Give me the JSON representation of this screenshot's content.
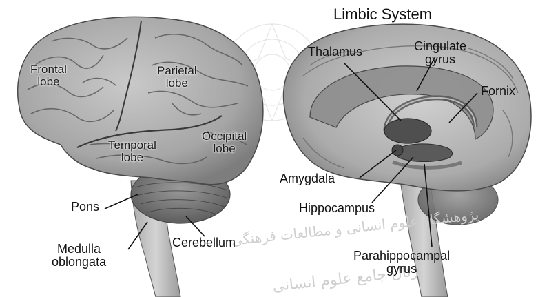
{
  "title": "Limbic System",
  "brain_lobes": {
    "frontal": [
      "Frontal",
      "lobe"
    ],
    "parietal": [
      "Parietal",
      "lobe"
    ],
    "temporal": [
      "Temporal",
      "lobe"
    ],
    "occipital": [
      "Occipital",
      "lobe"
    ]
  },
  "brainstem": {
    "pons": "Pons",
    "medulla": [
      "Medulla",
      "oblongata"
    ],
    "cerebellum": "Cerebellum"
  },
  "limbic": {
    "thalamus": "Thalamus",
    "cingulate": [
      "Cingulate",
      "gyrus"
    ],
    "fornix": "Fornix",
    "amygdala": "Amygdala",
    "hippocampus": "Hippocampus",
    "parahippocampal": [
      "Parahippocampal",
      "gyrus"
    ]
  },
  "watermark": [
    "پژوهشگاه علوم انسانی و مطالعات فرهنگی",
    "پرتال جامع علوم انسانی"
  ]
}
